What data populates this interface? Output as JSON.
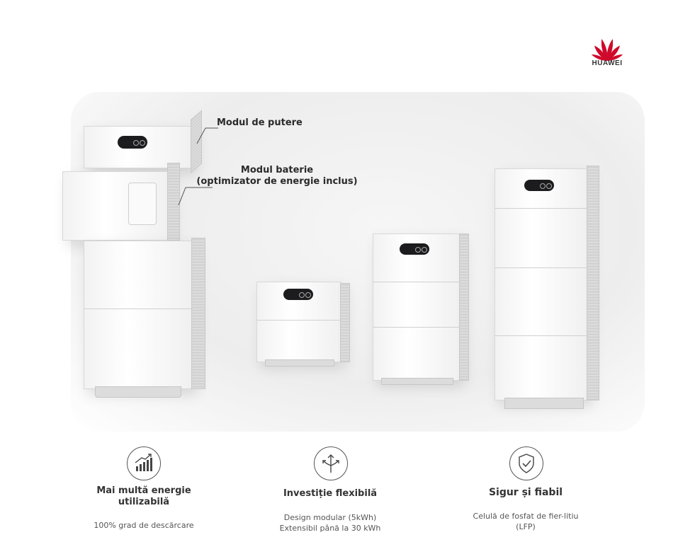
{
  "brand": {
    "name": "HUAWEI",
    "color": "#cf0a2c",
    "icon": "huawei-petal-logo"
  },
  "callouts": {
    "power_module": "Modul de putere",
    "battery_module_line1": "Modul baterie",
    "battery_module_line2": "(optimizator de energie inclus)"
  },
  "features": [
    {
      "icon": "bar-chart-growth-icon",
      "title_line1": "Mai multă energie",
      "title_line2": "utilizabilă",
      "desc_line1": "100% grad de descărcare"
    },
    {
      "icon": "branching-arrows-icon",
      "title_line1": "Investiție flexibilă",
      "desc_line1": "Design modular (5kWh)",
      "desc_line2": "Extensibil până la 30 kWh"
    },
    {
      "icon": "shield-check-icon",
      "title_line1": "Sigur și fiabil",
      "desc_line1": "Celulă de fosfat de fier-litiu",
      "desc_line2": "(LFP)"
    }
  ]
}
